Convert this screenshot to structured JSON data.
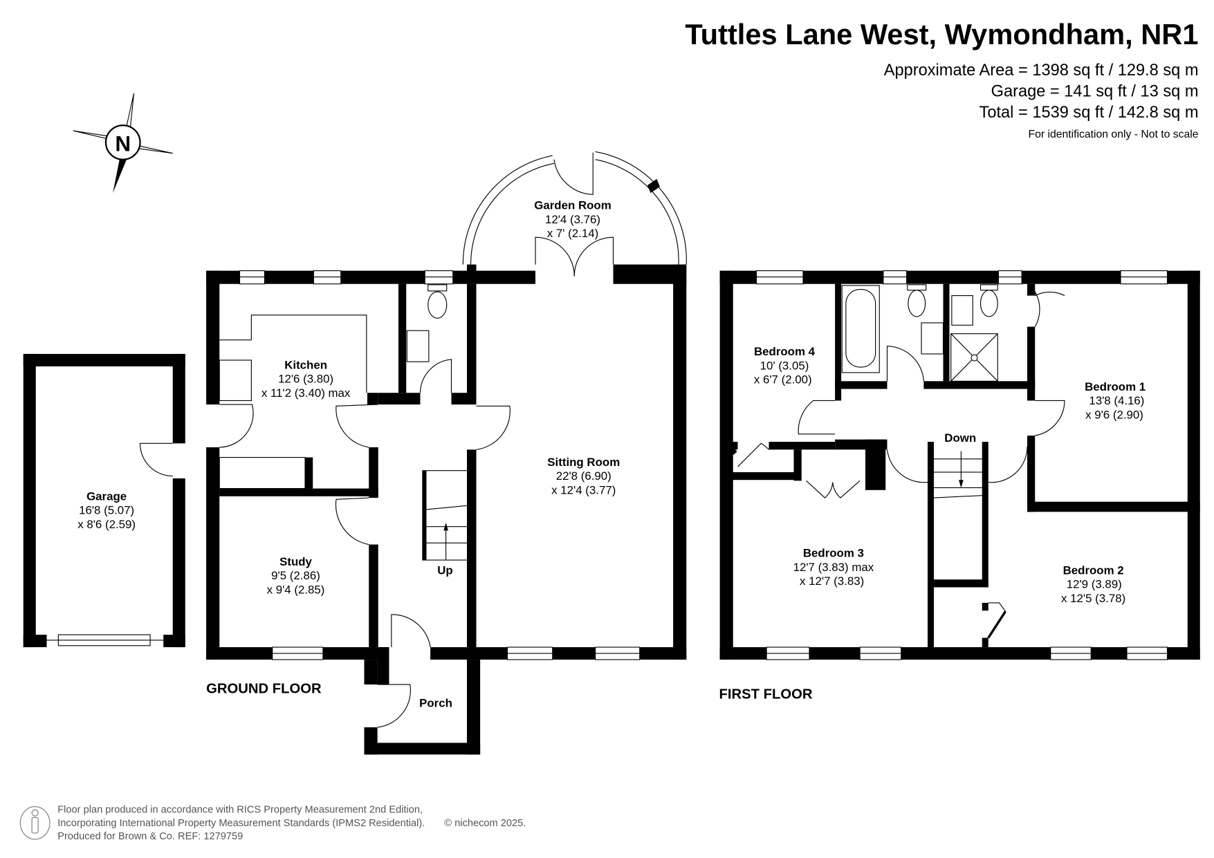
{
  "header": {
    "title": "Tuttles Lane West, Wymondham, NR1",
    "approx_area": "Approximate Area = 1398 sq ft / 129.8 sq m",
    "garage_area": "Garage = 141 sq ft / 13 sq m",
    "total_area": "Total = 1539 sq ft / 142.8 sq m",
    "disclaimer": "For identification only - Not to scale"
  },
  "compass": {
    "label": "N",
    "icon": "compass-icon"
  },
  "ground_floor": {
    "label": "GROUND FLOOR",
    "rooms": {
      "garage": {
        "name": "Garage",
        "dim1": "16'8 (5.07)",
        "dim2": "x 8'6 (2.59)"
      },
      "kitchen": {
        "name": "Kitchen",
        "dim1": "12'6 (3.80)",
        "dim2": "x 11'2 (3.40) max"
      },
      "garden_room": {
        "name": "Garden Room",
        "dim1": "12'4 (3.76)",
        "dim2": "x 7' (2.14)"
      },
      "sitting_room": {
        "name": "Sitting Room",
        "dim1": "22'8 (6.90)",
        "dim2": "x 12'4 (3.77)"
      },
      "study": {
        "name": "Study",
        "dim1": "9'5 (2.86)",
        "dim2": "x 9'4 (2.85)"
      },
      "porch": {
        "name": "Porch"
      }
    },
    "stairs_label": "Up"
  },
  "first_floor": {
    "label": "FIRST FLOOR",
    "rooms": {
      "bedroom4": {
        "name": "Bedroom 4",
        "dim1": "10' (3.05)",
        "dim2": "x 6'7 (2.00)"
      },
      "bedroom1": {
        "name": "Bedroom 1",
        "dim1": "13'8 (4.16)",
        "dim2": "x 9'6 (2.90)"
      },
      "bedroom3": {
        "name": "Bedroom 3",
        "dim1": "12'7 (3.83) max",
        "dim2": "x 12'7 (3.83)"
      },
      "bedroom2": {
        "name": "Bedroom 2",
        "dim1": "12'9 (3.89)",
        "dim2": "x 12'5 (3.78)"
      }
    },
    "stairs_label": "Down"
  },
  "footer": {
    "line1": "Floor plan produced in accordance with RICS Property Measurement 2nd Edition,",
    "line2": "Incorporating International Property Measurement Standards (IPMS2 Residential).",
    "copyright": "© nichecom 2025.",
    "line3": "Produced for Brown & Co.   REF: 1279759",
    "icon": "person-scale-icon"
  }
}
